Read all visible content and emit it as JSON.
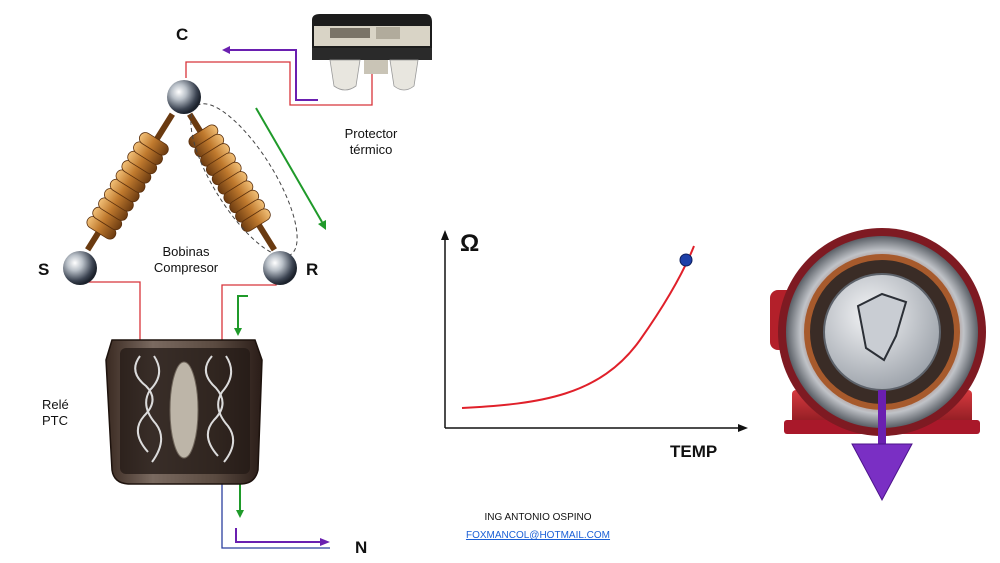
{
  "terminals": {
    "c": "C",
    "s": "S",
    "r": "R",
    "n": "N"
  },
  "labels": {
    "protector": [
      "Protector",
      "térmico"
    ],
    "coils": [
      "Bobinas",
      "Compresor"
    ],
    "relay": [
      "Relé",
      "PTC"
    ]
  },
  "graph": {
    "y_symbol": "Ω",
    "x_label": "TEMP"
  },
  "credit": {
    "author": "ING ANTONIO OSPINO",
    "email": "FOXMANCOL@HOTMAIL.COM"
  },
  "colors": {
    "wire_red": "#d8343a",
    "wire_blue": "#2b3f9e",
    "arrow_purple": "#6a1fb0",
    "arrow_green": "#1f9a2a",
    "coil_copper": "#b8732d",
    "curve_red": "#e0202a",
    "dot_blue": "#1d3fa8",
    "motor_red": "#b3202a"
  }
}
